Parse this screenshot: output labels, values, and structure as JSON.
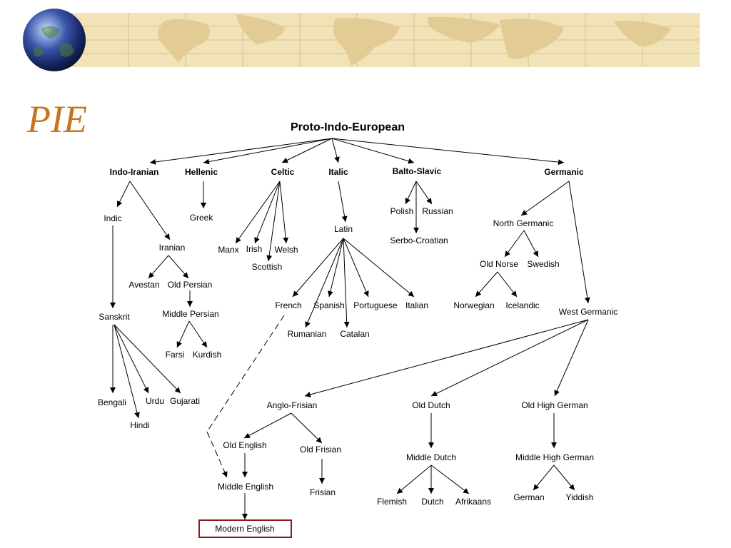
{
  "slide": {
    "title": "PIE",
    "colors": {
      "title": "#c8741f",
      "banner": "#f1e2b8",
      "box_border": "#8b1a1a"
    }
  },
  "tree": {
    "root": "Proto-Indo-European",
    "branches": [
      {
        "id": "indo_iranian",
        "label": "Indo-Iranian"
      },
      {
        "id": "hellenic",
        "label": "Hellenic"
      },
      {
        "id": "celtic",
        "label": "Celtic"
      },
      {
        "id": "italic",
        "label": "Italic"
      },
      {
        "id": "balto_slavic",
        "label": "Balto-Slavic"
      },
      {
        "id": "germanic",
        "label": "Germanic"
      }
    ],
    "nodes": [
      {
        "id": "indic",
        "label": "Indic"
      },
      {
        "id": "iranian",
        "label": "Iranian"
      },
      {
        "id": "avestan",
        "label": "Avestan"
      },
      {
        "id": "old_persian",
        "label": "Old Persian"
      },
      {
        "id": "middle_persian",
        "label": "Middle Persian"
      },
      {
        "id": "farsi",
        "label": "Farsi"
      },
      {
        "id": "kurdish",
        "label": "Kurdish"
      },
      {
        "id": "sanskrit",
        "label": "Sanskrit"
      },
      {
        "id": "bengali",
        "label": "Bengali"
      },
      {
        "id": "hindi",
        "label": "Hindi"
      },
      {
        "id": "urdu",
        "label": "Urdu"
      },
      {
        "id": "gujarati",
        "label": "Gujarati"
      },
      {
        "id": "greek",
        "label": "Greek"
      },
      {
        "id": "manx",
        "label": "Manx"
      },
      {
        "id": "irish",
        "label": "Irish"
      },
      {
        "id": "scottish",
        "label": "Scottish"
      },
      {
        "id": "welsh",
        "label": "Welsh"
      },
      {
        "id": "latin",
        "label": "Latin"
      },
      {
        "id": "french",
        "label": "French"
      },
      {
        "id": "rumanian",
        "label": "Rumanian"
      },
      {
        "id": "spanish",
        "label": "Spanish"
      },
      {
        "id": "catalan",
        "label": "Catalan"
      },
      {
        "id": "portuguese",
        "label": "Portuguese"
      },
      {
        "id": "italian",
        "label": "Italian"
      },
      {
        "id": "polish",
        "label": "Polish"
      },
      {
        "id": "russian",
        "label": "Russian"
      },
      {
        "id": "serbo_croatian",
        "label": "Serbo-Croatian"
      },
      {
        "id": "north_germanic",
        "label": "North Germanic"
      },
      {
        "id": "old_norse",
        "label": "Old Norse"
      },
      {
        "id": "swedish",
        "label": "Swedish"
      },
      {
        "id": "norwegian",
        "label": "Norwegian"
      },
      {
        "id": "icelandic",
        "label": "Icelandic"
      },
      {
        "id": "west_germanic",
        "label": "West Germanic"
      },
      {
        "id": "anglo_frisian",
        "label": "Anglo-Frisian"
      },
      {
        "id": "old_english",
        "label": "Old English"
      },
      {
        "id": "old_frisian",
        "label": "Old Frisian"
      },
      {
        "id": "middle_english",
        "label": "Middle English"
      },
      {
        "id": "frisian",
        "label": "Frisian"
      },
      {
        "id": "modern_english",
        "label": "Modern English"
      },
      {
        "id": "old_dutch",
        "label": "Old Dutch"
      },
      {
        "id": "middle_dutch",
        "label": "Middle Dutch"
      },
      {
        "id": "flemish",
        "label": "Flemish"
      },
      {
        "id": "dutch",
        "label": "Dutch"
      },
      {
        "id": "afrikaans",
        "label": "Afrikaans"
      },
      {
        "id": "old_high_german",
        "label": "Old High German"
      },
      {
        "id": "middle_high_german",
        "label": "Middle High German"
      },
      {
        "id": "german",
        "label": "German"
      },
      {
        "id": "yiddish",
        "label": "Yiddish"
      }
    ]
  }
}
